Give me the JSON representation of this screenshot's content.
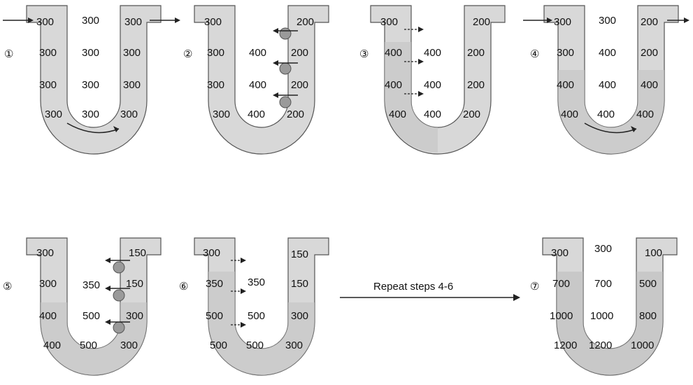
{
  "steps": [
    {
      "label": "①",
      "left": [
        "300",
        "300",
        "300",
        "300"
      ],
      "middle": [
        "300",
        "300",
        "300",
        "300"
      ],
      "right": [
        "300",
        "300",
        "300",
        "300"
      ]
    },
    {
      "label": "②",
      "left": [
        "300",
        "300",
        "300",
        "300"
      ],
      "middle": [
        "",
        "400",
        "400",
        "400"
      ],
      "right": [
        "200",
        "200",
        "200",
        "200"
      ]
    },
    {
      "label": "③",
      "left": [
        "300",
        "400",
        "400",
        "400"
      ],
      "middle": [
        "",
        "400",
        "400",
        "400"
      ],
      "right": [
        "200",
        "200",
        "200",
        "200"
      ]
    },
    {
      "label": "④",
      "left": [
        "300",
        "300",
        "400",
        "400"
      ],
      "middle": [
        "300",
        "400",
        "400",
        "400"
      ],
      "right": [
        "200",
        "200",
        "400",
        "400"
      ]
    },
    {
      "label": "⑤",
      "left": [
        "300",
        "300",
        "400",
        "400"
      ],
      "middle": [
        "",
        "350",
        "500",
        "500"
      ],
      "right": [
        "150",
        "150",
        "300",
        "300"
      ]
    },
    {
      "label": "⑥",
      "left": [
        "300",
        "350",
        "500",
        "500"
      ],
      "middle": [
        "",
        "350",
        "500",
        "500"
      ],
      "right": [
        "150",
        "150",
        "300",
        "300"
      ]
    },
    {
      "label": "⑦",
      "left": [
        "300",
        "700",
        "1000",
        "1200"
      ],
      "middle": [
        "300",
        "700",
        "1000",
        "1200"
      ],
      "right": [
        "100",
        "500",
        "800",
        "1000"
      ]
    }
  ],
  "repeat_label": "Repeat steps 4-6",
  "colors": {
    "tube_fill": "#d8d8d8",
    "tube_dark": "#b8b8b8",
    "outline": "#555555",
    "pump": "#9a9a9a"
  }
}
